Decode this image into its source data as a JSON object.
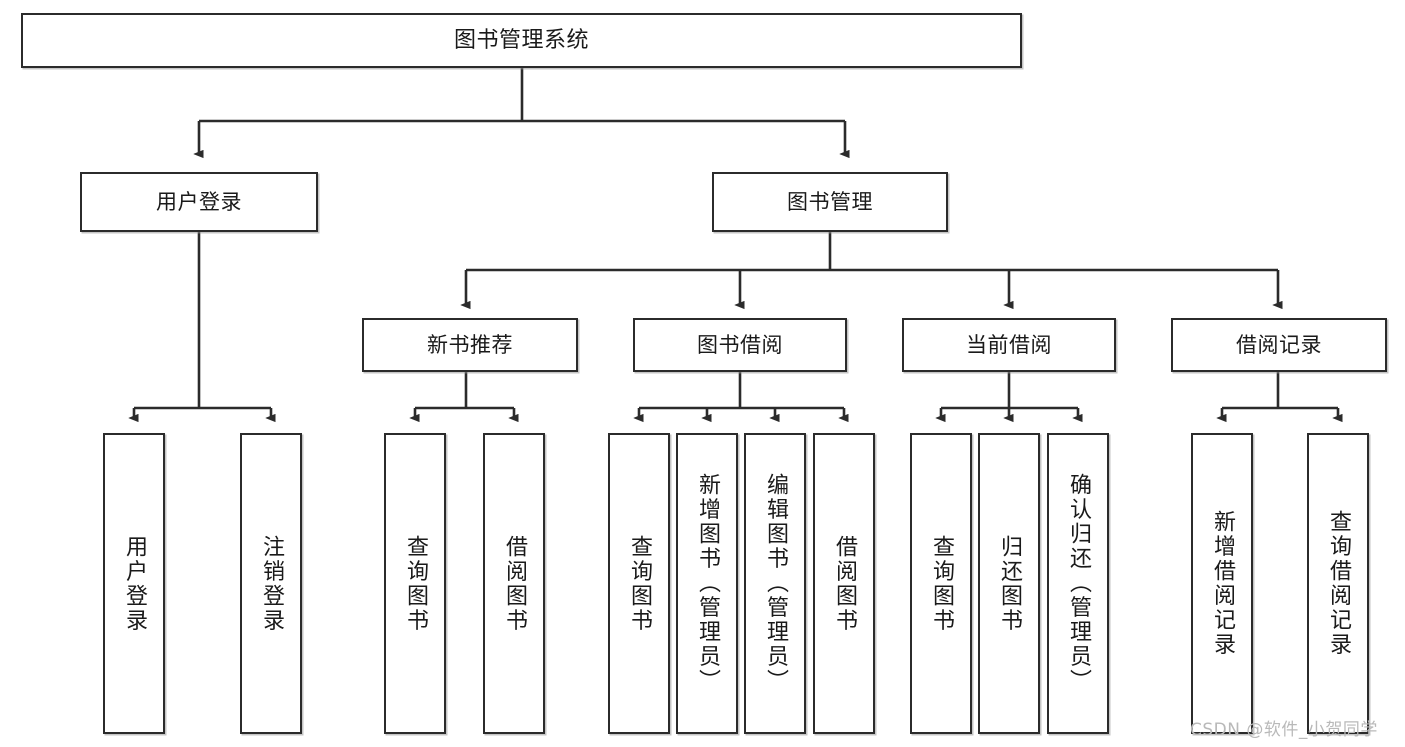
{
  "diagram": {
    "type": "tree-hierarchy-chart",
    "title": "图书管理系统",
    "watermark": "CSDN @软件_小贺同学",
    "colors": {
      "box_border": "#2b2b2b",
      "box_fill": "#ffffff",
      "connector": "#2b2b2b",
      "text": "#1a1a1a",
      "watermark": "#b9b9b9",
      "background": "#ffffff"
    },
    "nodes": {
      "root": {
        "label": "图书管理系统"
      },
      "level2": [
        {
          "id": "user-login",
          "label": "用户登录"
        },
        {
          "id": "book-management",
          "label": "图书管理"
        }
      ],
      "level3": [
        {
          "id": "new-book-recommend",
          "label": "新书推荐"
        },
        {
          "id": "book-borrow",
          "label": "图书借阅"
        },
        {
          "id": "current-borrow",
          "label": "当前借阅"
        },
        {
          "id": "borrow-record",
          "label": "借阅记录"
        }
      ],
      "leaves": {
        "user_login": [
          {
            "id": "leaf-user-login",
            "label": "用户登录"
          },
          {
            "id": "leaf-logout-login",
            "label": "注销登录"
          }
        ],
        "new_book_recommend": [
          {
            "id": "leaf-query-book-1",
            "label": "查询图书"
          },
          {
            "id": "leaf-borrow-book-1",
            "label": "借阅图书"
          }
        ],
        "book_borrow": [
          {
            "id": "leaf-query-book-2",
            "label": "查询图书"
          },
          {
            "id": "leaf-add-book",
            "label": "新增图书（管理员）"
          },
          {
            "id": "leaf-edit-book",
            "label": "编辑图书（管理员）"
          },
          {
            "id": "leaf-borrow-book-2",
            "label": "借阅图书"
          }
        ],
        "current_borrow": [
          {
            "id": "leaf-query-book-3",
            "label": "查询图书"
          },
          {
            "id": "leaf-return-book",
            "label": "归还图书"
          },
          {
            "id": "leaf-confirm-return",
            "label": "确认归还（管理员）"
          }
        ],
        "borrow_record": [
          {
            "id": "leaf-add-borrow-record",
            "label": "新增借阅记录"
          },
          {
            "id": "leaf-query-borrow-record",
            "label": "查询借阅记录"
          }
        ]
      }
    }
  }
}
